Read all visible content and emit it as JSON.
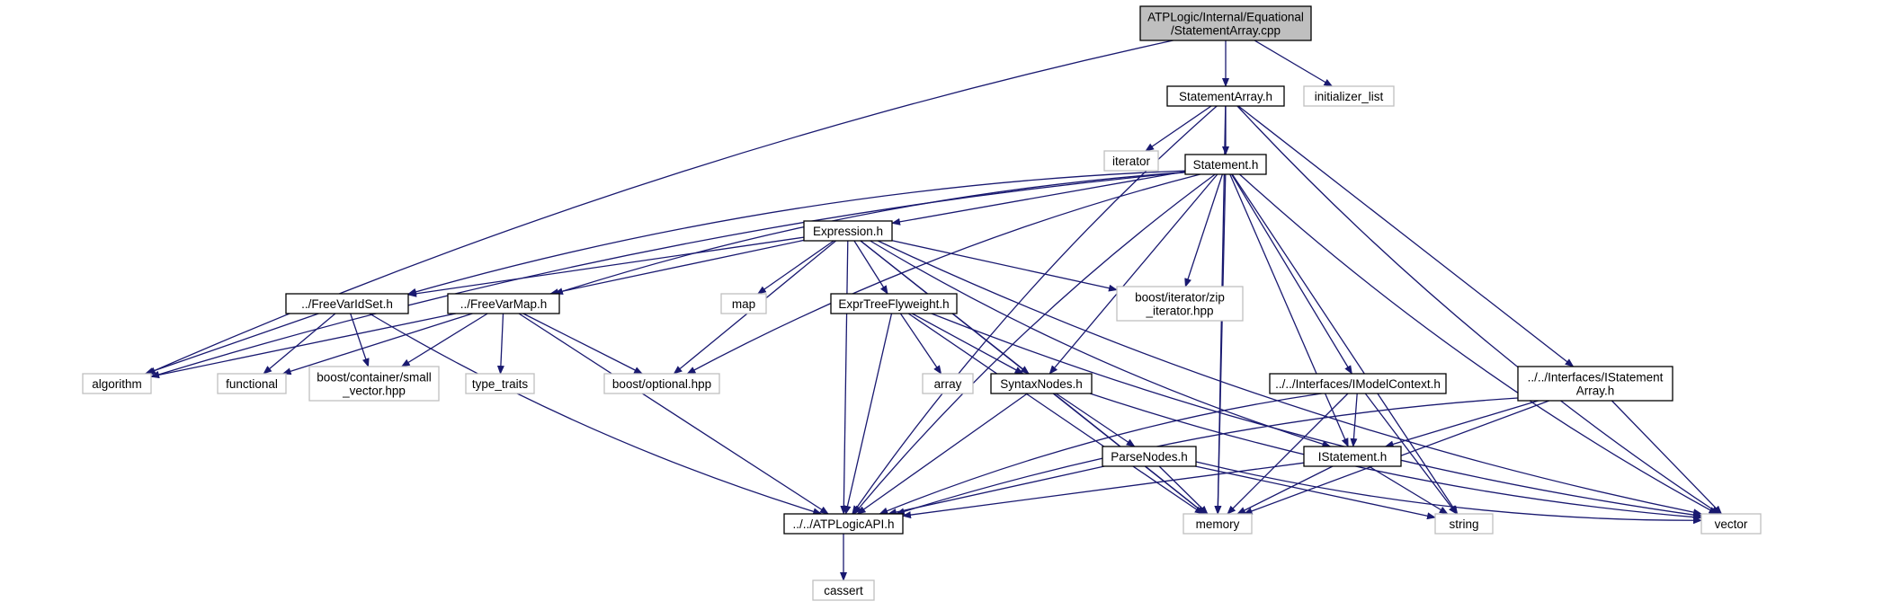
{
  "colors": {
    "edge": "#191970",
    "node_border": "#000000",
    "external_border": "#bfbfbf",
    "root_fill": "#bfbfbf",
    "node_fill": "#ffffff"
  },
  "nodes": [
    {
      "id": "root",
      "label": [
        "ATPLogic/Internal/Equational",
        "/StatementArray.cpp"
      ],
      "kind": "root"
    },
    {
      "id": "stmtarray",
      "label": [
        "StatementArray.h"
      ],
      "kind": "header"
    },
    {
      "id": "initlist",
      "label": [
        "initializer_list"
      ],
      "kind": "external"
    },
    {
      "id": "iterator",
      "label": [
        "iterator"
      ],
      "kind": "external"
    },
    {
      "id": "statement",
      "label": [
        "Statement.h"
      ],
      "kind": "header"
    },
    {
      "id": "expression",
      "label": [
        "Expression.h"
      ],
      "kind": "header"
    },
    {
      "id": "freevarid",
      "label": [
        "../FreeVarIdSet.h"
      ],
      "kind": "header"
    },
    {
      "id": "freevarmap",
      "label": [
        "../FreeVarMap.h"
      ],
      "kind": "header"
    },
    {
      "id": "map",
      "label": [
        "map"
      ],
      "kind": "external"
    },
    {
      "id": "exprtree",
      "label": [
        "ExprTreeFlyweight.h"
      ],
      "kind": "header"
    },
    {
      "id": "zipiter",
      "label": [
        "boost/iterator/zip",
        "_iterator.hpp"
      ],
      "kind": "external"
    },
    {
      "id": "algorithm",
      "label": [
        "algorithm"
      ],
      "kind": "external"
    },
    {
      "id": "functional",
      "label": [
        "functional"
      ],
      "kind": "external"
    },
    {
      "id": "smallvec",
      "label": [
        "boost/container/small",
        "_vector.hpp"
      ],
      "kind": "external"
    },
    {
      "id": "typetraits",
      "label": [
        "type_traits"
      ],
      "kind": "external"
    },
    {
      "id": "optional",
      "label": [
        "boost/optional.hpp"
      ],
      "kind": "external"
    },
    {
      "id": "array",
      "label": [
        "array"
      ],
      "kind": "external"
    },
    {
      "id": "syntax",
      "label": [
        "SyntaxNodes.h"
      ],
      "kind": "header"
    },
    {
      "id": "imodelctx",
      "label": [
        "../../Interfaces/IModelContext.h"
      ],
      "kind": "header"
    },
    {
      "id": "istmtarray",
      "label": [
        "../../Interfaces/IStatement",
        "Array.h"
      ],
      "kind": "header"
    },
    {
      "id": "parse",
      "label": [
        "ParseNodes.h"
      ],
      "kind": "header"
    },
    {
      "id": "istatement",
      "label": [
        "IStatement.h"
      ],
      "kind": "header"
    },
    {
      "id": "api",
      "label": [
        "../../ATPLogicAPI.h"
      ],
      "kind": "header"
    },
    {
      "id": "memory",
      "label": [
        "memory"
      ],
      "kind": "external"
    },
    {
      "id": "string",
      "label": [
        "string"
      ],
      "kind": "external"
    },
    {
      "id": "vector",
      "label": [
        "vector"
      ],
      "kind": "external"
    },
    {
      "id": "cassert",
      "label": [
        "cassert"
      ],
      "kind": "external"
    }
  ],
  "edges": [
    [
      "root",
      "stmtarray"
    ],
    [
      "root",
      "initlist"
    ],
    [
      "root",
      "algorithm"
    ],
    [
      "stmtarray",
      "iterator"
    ],
    [
      "stmtarray",
      "statement"
    ],
    [
      "stmtarray",
      "api"
    ],
    [
      "stmtarray",
      "memory"
    ],
    [
      "stmtarray",
      "istmtarray"
    ],
    [
      "stmtarray",
      "vector"
    ],
    [
      "statement",
      "expression"
    ],
    [
      "statement",
      "freevarid"
    ],
    [
      "statement",
      "freevarmap"
    ],
    [
      "statement",
      "algorithm"
    ],
    [
      "statement",
      "api"
    ],
    [
      "statement",
      "optional"
    ],
    [
      "statement",
      "zipiter"
    ],
    [
      "statement",
      "syntax"
    ],
    [
      "statement",
      "memory"
    ],
    [
      "statement",
      "istatement"
    ],
    [
      "statement",
      "imodelctx"
    ],
    [
      "statement",
      "string"
    ],
    [
      "statement",
      "vector"
    ],
    [
      "expression",
      "freevarid"
    ],
    [
      "expression",
      "freevarmap"
    ],
    [
      "expression",
      "map"
    ],
    [
      "expression",
      "exprtree"
    ],
    [
      "expression",
      "optional"
    ],
    [
      "expression",
      "api"
    ],
    [
      "expression",
      "memory"
    ],
    [
      "expression",
      "syntax"
    ],
    [
      "expression",
      "zipiter"
    ],
    [
      "expression",
      "istatement"
    ],
    [
      "expression",
      "vector"
    ],
    [
      "freevarid",
      "algorithm"
    ],
    [
      "freevarid",
      "functional"
    ],
    [
      "freevarid",
      "smallvec"
    ],
    [
      "freevarid",
      "api"
    ],
    [
      "freevarmap",
      "algorithm"
    ],
    [
      "freevarmap",
      "functional"
    ],
    [
      "freevarmap",
      "smallvec"
    ],
    [
      "freevarmap",
      "typetraits"
    ],
    [
      "freevarmap",
      "optional"
    ],
    [
      "freevarmap",
      "api"
    ],
    [
      "exprtree",
      "array"
    ],
    [
      "exprtree",
      "syntax"
    ],
    [
      "exprtree",
      "api"
    ],
    [
      "exprtree",
      "memory"
    ],
    [
      "exprtree",
      "vector"
    ],
    [
      "syntax",
      "parse"
    ],
    [
      "syntax",
      "api"
    ],
    [
      "syntax",
      "memory"
    ],
    [
      "syntax",
      "vector"
    ],
    [
      "imodelctx",
      "istatement"
    ],
    [
      "imodelctx",
      "api"
    ],
    [
      "imodelctx",
      "memory"
    ],
    [
      "imodelctx",
      "string"
    ],
    [
      "istmtarray",
      "istatement"
    ],
    [
      "istmtarray",
      "api"
    ],
    [
      "istmtarray",
      "memory"
    ],
    [
      "istmtarray",
      "vector"
    ],
    [
      "parse",
      "api"
    ],
    [
      "parse",
      "memory"
    ],
    [
      "parse",
      "string"
    ],
    [
      "parse",
      "vector"
    ],
    [
      "istatement",
      "api"
    ],
    [
      "istatement",
      "string"
    ],
    [
      "istatement",
      "memory"
    ],
    [
      "api",
      "cassert"
    ]
  ]
}
